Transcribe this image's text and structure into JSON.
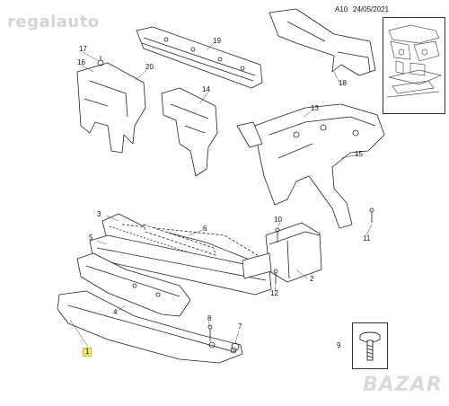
{
  "watermarks": {
    "top_left": "regalauto",
    "bottom_right": "BAZAR"
  },
  "header": {
    "ref": "A10",
    "date": "24/05/2021"
  },
  "callouts": [
    "1",
    "2",
    "3",
    "4",
    "5",
    "6",
    "7",
    "8",
    "9",
    "10",
    "11",
    "12",
    "13",
    "14",
    "15",
    "16",
    "17",
    "18",
    "19",
    "20"
  ]
}
